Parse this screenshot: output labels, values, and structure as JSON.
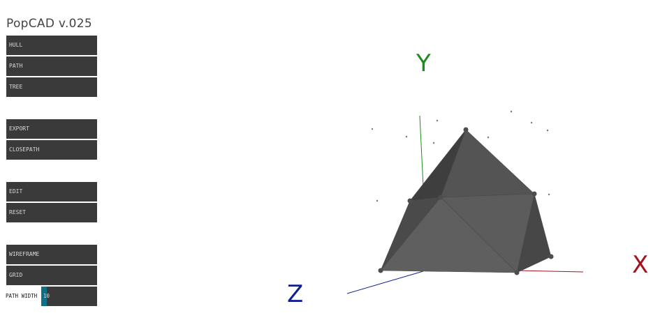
{
  "app": {
    "title": "PopCAD v.025"
  },
  "toolbar": {
    "hull": "HULL",
    "path": "PATH",
    "tree": "TREE",
    "export": "EXPORT",
    "closepath": "CLOSEPATH",
    "edit": "EDIT",
    "reset": "RESET",
    "wireframe": "WIREFRAME",
    "grid": "GRID"
  },
  "path_width": {
    "label": "PATH WIDTH",
    "value": "10",
    "fraction": 0.1
  },
  "axes": {
    "x": "X",
    "y": "Y",
    "z": "Z"
  },
  "colors": {
    "x_axis": "#a3121f",
    "y_axis": "#1c8c1c",
    "z_axis": "#0f1f8f",
    "button_bg": "#3a3a3a",
    "slider_fill": "#0e6f87"
  }
}
